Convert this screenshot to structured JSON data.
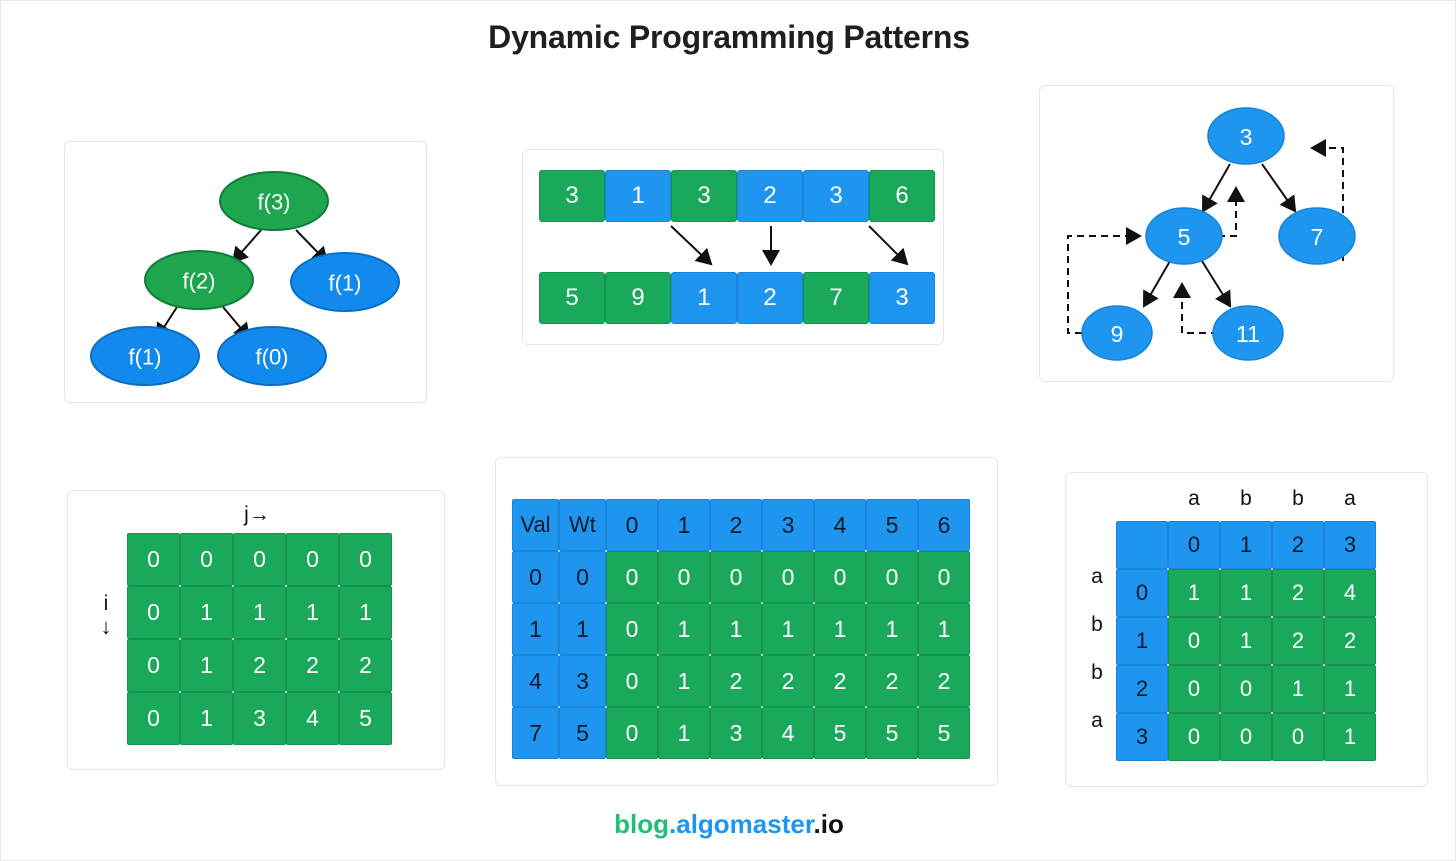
{
  "title": "Dynamic Programming Patterns",
  "footer": {
    "blog": "blog",
    "dot1": ".",
    "algomaster": "algomaster",
    "dot2": ".",
    "io": "io"
  },
  "colors": {
    "green": "#1aa85a",
    "blue": "#1e96f0",
    "brand_green": "#21bf73",
    "brand_blue": "#1e96f0",
    "text_dark": "#111111",
    "panel_border": "#e6e6e6"
  },
  "panels": {
    "recursion_tree": {
      "name": "recursion-tree",
      "nodes": [
        {
          "label": "f(3)",
          "color": "green"
        },
        {
          "label": "f(2)",
          "color": "green"
        },
        {
          "label": "f(1)",
          "color": "blue"
        },
        {
          "label": "f(1)",
          "color": "blue"
        },
        {
          "label": "f(0)",
          "color": "blue"
        }
      ]
    },
    "arrays": {
      "name": "array-transform",
      "top_row": [
        {
          "value": "3",
          "color": "green"
        },
        {
          "value": "1",
          "color": "blue"
        },
        {
          "value": "3",
          "color": "green"
        },
        {
          "value": "2",
          "color": "blue"
        },
        {
          "value": "3",
          "color": "blue"
        },
        {
          "value": "6",
          "color": "green"
        }
      ],
      "bottom_row": [
        {
          "value": "5",
          "color": "green"
        },
        {
          "value": "9",
          "color": "green"
        },
        {
          "value": "1",
          "color": "blue"
        },
        {
          "value": "2",
          "color": "blue"
        },
        {
          "value": "7",
          "color": "green"
        },
        {
          "value": "3",
          "color": "blue"
        }
      ]
    },
    "tree_traversal": {
      "name": "tree-traversal",
      "nodes": [
        {
          "label": "3"
        },
        {
          "label": "5"
        },
        {
          "label": "7"
        },
        {
          "label": "9"
        },
        {
          "label": "11"
        }
      ]
    },
    "grid_dp": {
      "name": "grid-dp",
      "axis_j": "j→",
      "axis_i": "i",
      "axis_i_arrow": "↓",
      "rows": [
        [
          "0",
          "0",
          "0",
          "0",
          "0"
        ],
        [
          "0",
          "1",
          "1",
          "1",
          "1"
        ],
        [
          "0",
          "1",
          "2",
          "2",
          "2"
        ],
        [
          "0",
          "1",
          "3",
          "4",
          "5"
        ]
      ]
    },
    "knapsack": {
      "name": "knapsack-table",
      "val_header": "Val",
      "wt_header": "Wt",
      "val_column": [
        "0",
        "1",
        "4",
        "7"
      ],
      "wt_column": [
        "0",
        "1",
        "3",
        "5"
      ],
      "capacity_header": [
        "0",
        "1",
        "2",
        "3",
        "4",
        "5",
        "6"
      ],
      "rows": [
        [
          "0",
          "0",
          "0",
          "0",
          "0",
          "0",
          "0"
        ],
        [
          "0",
          "1",
          "1",
          "1",
          "1",
          "1",
          "1"
        ],
        [
          "0",
          "1",
          "2",
          "2",
          "2",
          "2",
          "2"
        ],
        [
          "0",
          "1",
          "3",
          "4",
          "5",
          "5",
          "5"
        ]
      ]
    },
    "lcs": {
      "name": "lcs-table",
      "col_letters": [
        "a",
        "b",
        "b",
        "a"
      ],
      "col_indices": [
        "0",
        "1",
        "2",
        "3"
      ],
      "row_letters": [
        "a",
        "b",
        "b",
        "a"
      ],
      "row_indices": [
        "0",
        "1",
        "2",
        "3"
      ],
      "rows": [
        [
          "1",
          "1",
          "2",
          "4"
        ],
        [
          "0",
          "1",
          "2",
          "2"
        ],
        [
          "0",
          "0",
          "1",
          "1"
        ],
        [
          "0",
          "0",
          "0",
          "1"
        ]
      ]
    }
  }
}
